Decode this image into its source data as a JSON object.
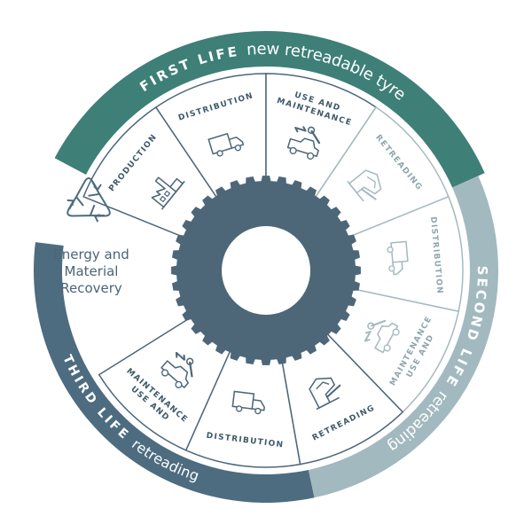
{
  "colors": {
    "first_life": "#3e7f78",
    "second_life": "#a1b9bf",
    "third_life": "#4d6c80",
    "tyre": "#4d6779",
    "segment_stroke_dark": "#4d6779",
    "segment_stroke_light": "#a6babf",
    "text_dark": "#3f5a6b",
    "text_light": "#8ea6ad"
  },
  "bands": {
    "first_life": {
      "tag": "FIRST LIFE",
      "title": "new retreadable tyre"
    },
    "second_life": {
      "tag": "SECOND LIFE",
      "title": "retreading"
    },
    "third_life": {
      "tag": "THIRD LIFE",
      "title": "retreading"
    }
  },
  "segments": [
    {
      "life": "first",
      "lines": [
        "PRODUCTION"
      ],
      "icon": "factory-icon"
    },
    {
      "life": "first",
      "lines": [
        "DISTRIBUTION"
      ],
      "icon": "truck-icon"
    },
    {
      "life": "first",
      "lines": [
        "USE AND",
        "MAINTENANCE"
      ],
      "icon": "tow-truck-wrench-icon"
    },
    {
      "life": "second",
      "lines": [
        "RETREADING"
      ],
      "icon": "retreading-machine-icon"
    },
    {
      "life": "second",
      "lines": [
        "DISTRIBUTION"
      ],
      "icon": "truck-icon"
    },
    {
      "life": "second",
      "lines": [
        "USE AND",
        "MAINTENANCE"
      ],
      "icon": "tow-truck-wrench-icon"
    },
    {
      "life": "third",
      "lines": [
        "RETREADING"
      ],
      "icon": "retreading-machine-icon"
    },
    {
      "life": "third",
      "lines": [
        "DISTRIBUTION"
      ],
      "icon": "truck-icon"
    },
    {
      "life": "third",
      "lines": [
        "USE AND",
        "MAINTENANCE"
      ],
      "icon": "tow-truck-wrench-icon"
    }
  ],
  "recovery": {
    "icon": "recycle-icon",
    "line1": "Energy and",
    "line2": "Material",
    "line3": "Recovery"
  }
}
